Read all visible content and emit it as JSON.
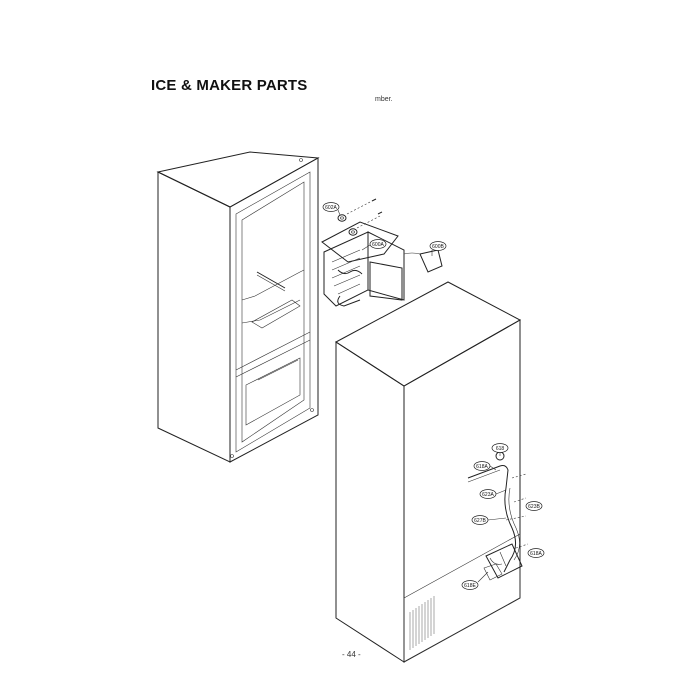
{
  "page": {
    "title": "ICE & MAKER PARTS",
    "subtitle": "mber.",
    "page_number": "- 44 -"
  },
  "callouts": {
    "c602a": "602A",
    "c600a": "600A",
    "c600b": "600B",
    "c618": "618",
    "c618a_top": "618A",
    "c623a": "623A",
    "c623b": "623B",
    "c627b": "627B",
    "c618a_low": "618A",
    "c618e": "618E"
  }
}
